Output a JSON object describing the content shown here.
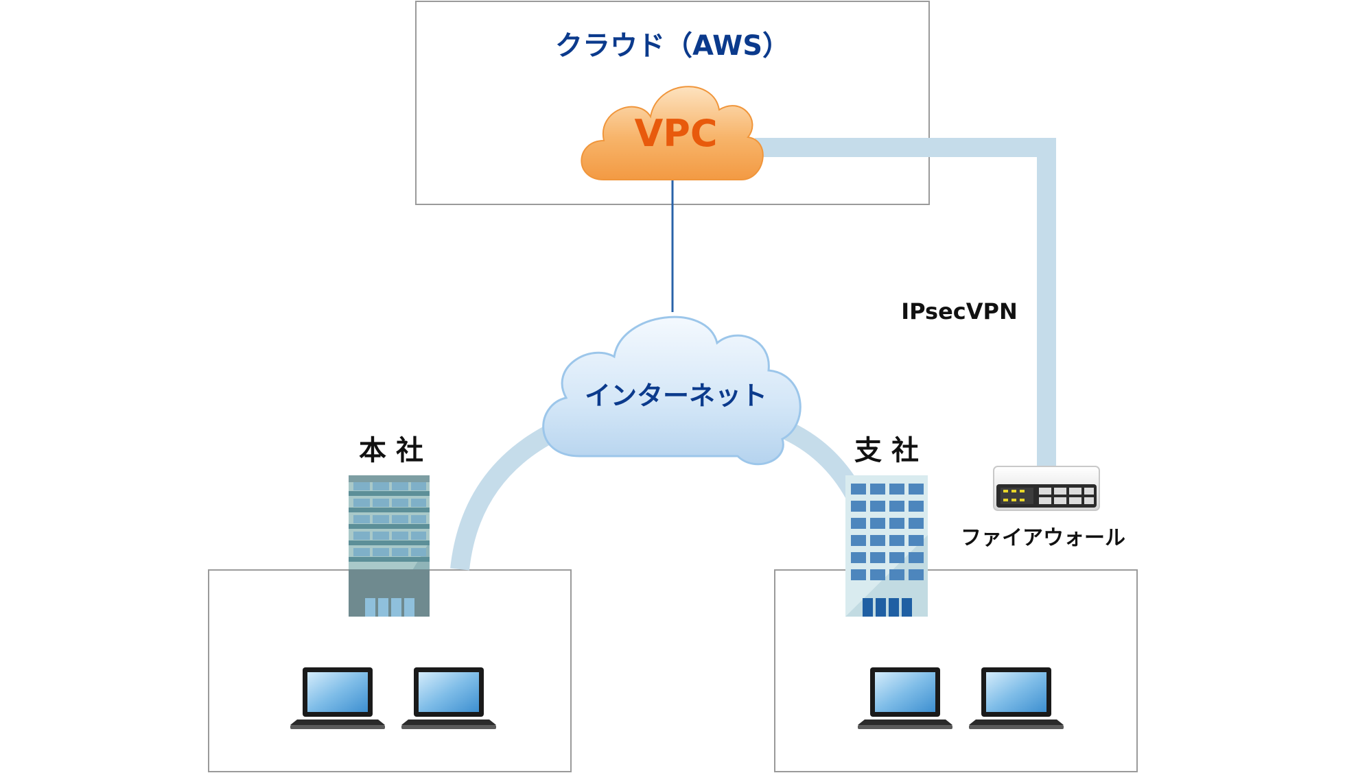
{
  "cloud": {
    "title": "クラウド（AWS）",
    "vpc_label": "VPC"
  },
  "internet": {
    "label": "インターネット"
  },
  "vpn": {
    "label": "IPsecVPN"
  },
  "head_office": {
    "label": "本 社"
  },
  "branch_office": {
    "label": "支 社"
  },
  "firewall": {
    "label": "ファイアウォール"
  },
  "colors": {
    "title_blue": "#0b3a8c",
    "vpc_orange": "#e85a0c",
    "vpn_line": "#c5dcea",
    "internet_cloud": "#cfe4f7",
    "vpc_cloud": "#f7b46a"
  }
}
